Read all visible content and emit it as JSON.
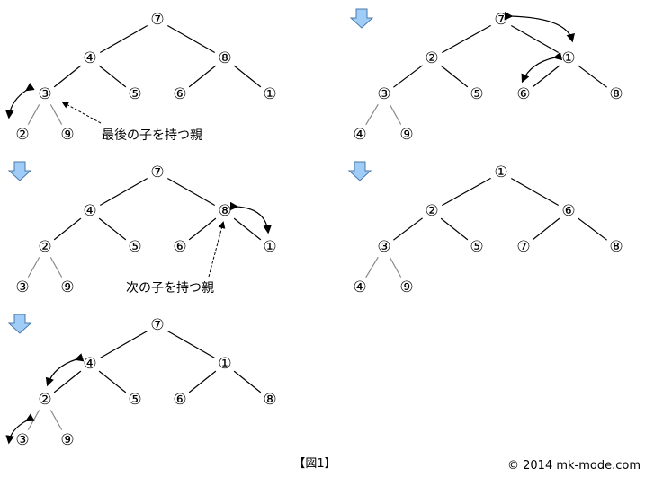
{
  "trees": [
    {
      "nodes": [
        "⑦",
        "④",
        "⑧",
        "③",
        "⑤",
        "⑥",
        "①",
        "②",
        "⑨"
      ],
      "note": "最後の子を持つ親"
    },
    {
      "nodes": [
        "⑦",
        "②",
        "①",
        "③",
        "⑤",
        "⑥",
        "⑧",
        "④",
        "⑨"
      ]
    },
    {
      "nodes": [
        "⑦",
        "④",
        "⑧",
        "②",
        "⑤",
        "⑥",
        "①",
        "③",
        "⑨"
      ],
      "note": "次の子を持つ親"
    },
    {
      "nodes": [
        "①",
        "②",
        "⑥",
        "③",
        "⑤",
        "⑦",
        "⑧",
        "④",
        "⑨"
      ]
    },
    {
      "nodes": [
        "⑦",
        "④",
        "①",
        "②",
        "⑤",
        "⑥",
        "⑧",
        "③",
        "⑨"
      ]
    }
  ],
  "caption": "【図1】",
  "copyright": "© 2014 mk-mode.com",
  "colors": {
    "step_arrow": "#9fcdf7",
    "step_arrow_border": "#4a78a8",
    "edge": "#000000",
    "leaf_edge": "#888888"
  }
}
